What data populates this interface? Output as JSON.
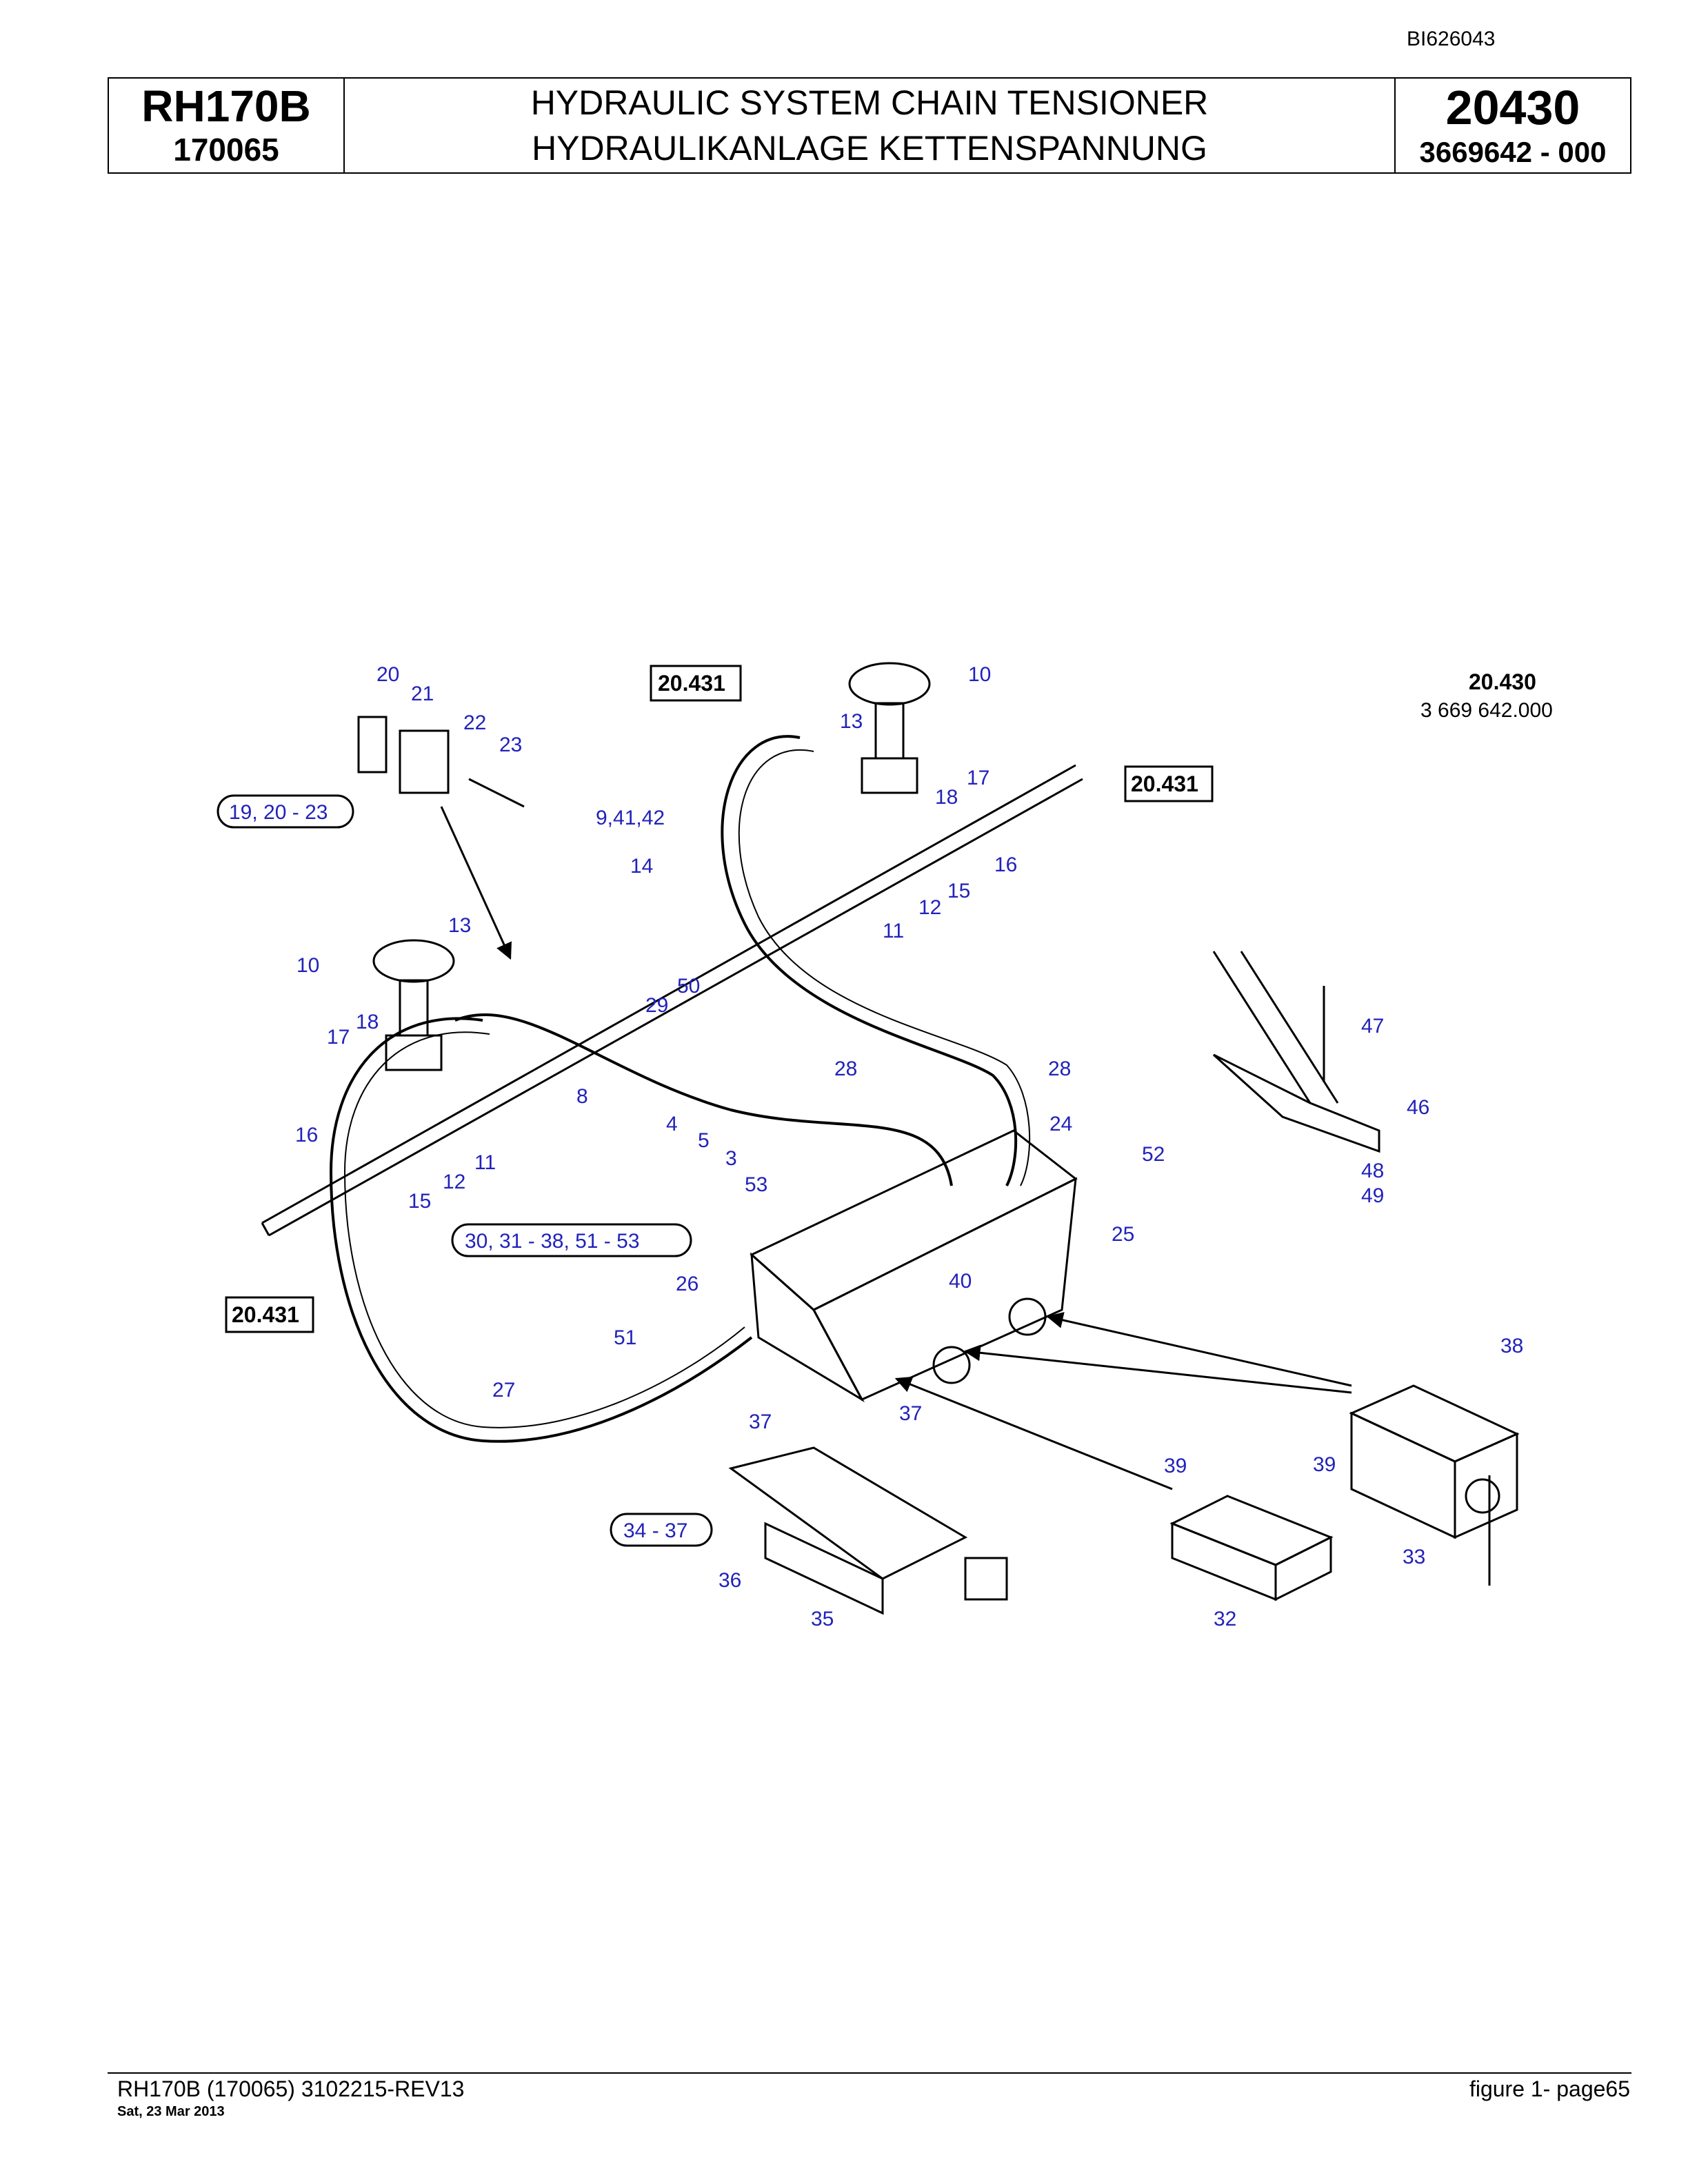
{
  "doc_id": "BI626043",
  "header": {
    "model": "RH170B",
    "serial": "170065",
    "title_en": "HYDRAULIC SYSTEM CHAIN TENSIONER",
    "title_de": "HYDRAULIKANLAGE KETTENSPANNUNG",
    "section": "20430",
    "part_number": "3669642  - 000"
  },
  "diagram": {
    "figure_code": "20.430",
    "figure_number": "3 669 642.000",
    "ref_boxes": [
      "20.431",
      "20.431",
      "20.431"
    ],
    "groups": {
      "g1": "19, 20 - 23",
      "g2": "30, 31 - 38, 51 - 53",
      "g3": "34 - 37"
    },
    "callouts": [
      "20",
      "21",
      "22",
      "23",
      "9,41,42",
      "14",
      "13",
      "10",
      "17",
      "18",
      "16",
      "15",
      "12",
      "11",
      "10",
      "18",
      "17",
      "13",
      "50",
      "29",
      "8",
      "16",
      "12",
      "11",
      "15",
      "4",
      "5",
      "3",
      "53",
      "28",
      "28",
      "24",
      "52",
      "25",
      "40",
      "26",
      "51",
      "27",
      "37",
      "37",
      "38",
      "39",
      "39",
      "33",
      "32",
      "36",
      "35",
      "47",
      "46",
      "48",
      "49"
    ]
  },
  "footer": {
    "doc_ref": "RH170B (170065) 3102215-REV13",
    "date": "Sat, 23 Mar 2013",
    "page": "figure  1- page65"
  }
}
